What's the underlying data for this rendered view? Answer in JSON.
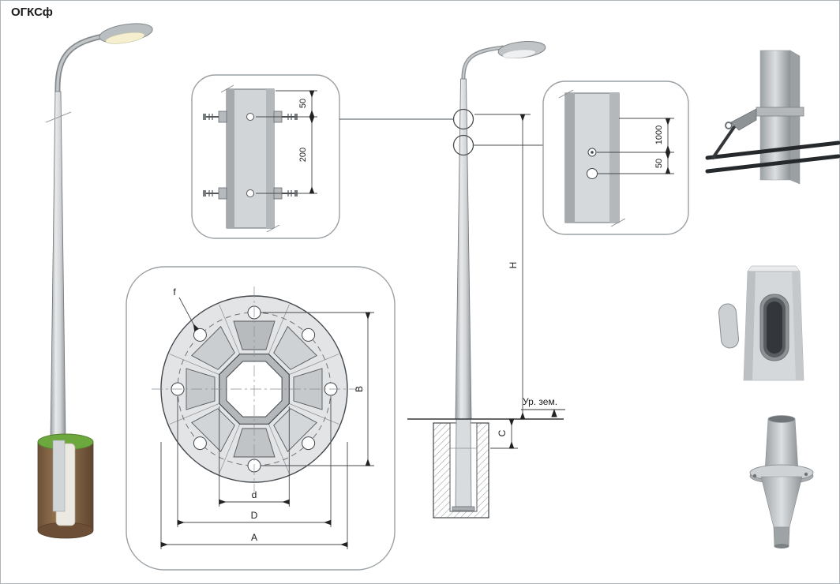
{
  "title": "ОГКСф",
  "clamp_detail": {
    "dim_top": "50",
    "dim_bottom": "200"
  },
  "flange_detail": {
    "hole_label": "f",
    "bolt_span": "B",
    "inner_dia": "d",
    "bolt_circle_dia": "D",
    "plate_width": "A"
  },
  "elevation": {
    "height_label": "H",
    "embed_label": "C",
    "ground_label": "Ур. зем."
  },
  "hole_detail": {
    "dim_top": "1000",
    "dim_bottom": "50"
  }
}
